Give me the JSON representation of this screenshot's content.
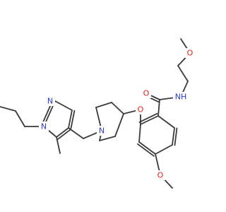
{
  "atoms": [
    {
      "id": "O_ketone",
      "text": "O",
      "color": "#e8251f"
    },
    {
      "id": "N_amide",
      "text": "NH",
      "color": "#2a3bd8"
    },
    {
      "id": "O_side",
      "text": "O",
      "color": "#e8251f"
    },
    {
      "id": "O_ether",
      "text": "O",
      "color": "#e8251f"
    },
    {
      "id": "O_methoxy",
      "text": "O",
      "color": "#e8251f"
    },
    {
      "id": "N_pip",
      "text": "N",
      "color": "#2a3bd8"
    },
    {
      "id": "N_pyr1",
      "text": "N",
      "color": "#2a3bd8"
    },
    {
      "id": "N_pyr2",
      "text": "N",
      "color": "#2a3bd8"
    }
  ]
}
